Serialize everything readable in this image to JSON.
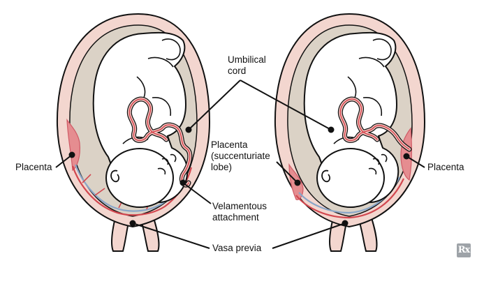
{
  "labels": {
    "placenta_left": "Placenta",
    "umbilical_cord": [
      "Umbilical",
      "cord"
    ],
    "placenta_succenturiate": [
      "Placenta",
      "(succenturiate",
      "lobe)"
    ],
    "velamentous_attachment": [
      "Velamentous",
      "attachment"
    ],
    "vasa_previa": "Vasa previa",
    "placenta_right": "Placenta"
  },
  "logo": "Rx",
  "colors": {
    "uterus_wall": "#f3d6cf",
    "outline": "#111111",
    "amniotic_fluid": "#dbd2c6",
    "fetus_skin": "#ffffff",
    "placenta": "#e58d90",
    "placenta_dark": "#cf5a66",
    "artery": "#d2474f",
    "vein": "#8aa6c8",
    "cord_fill": "#f4c9c4"
  }
}
